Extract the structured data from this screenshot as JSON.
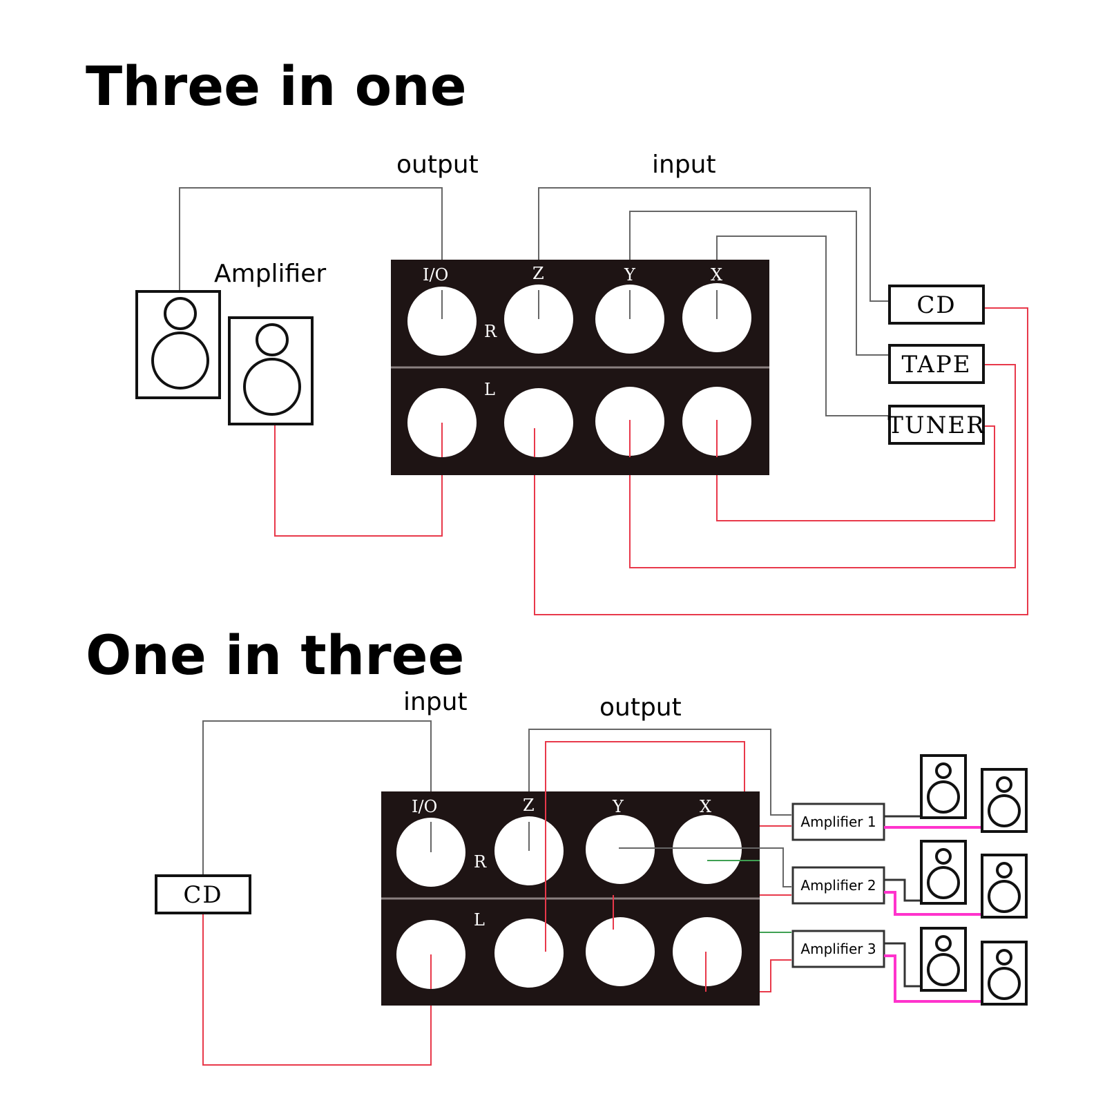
{
  "top": {
    "title": "Three in one",
    "output_label": "output",
    "input_label": "input",
    "amplifier_label": "Amplifier",
    "ports": [
      "I/O",
      "Z",
      "Y",
      "X"
    ],
    "row_r": "R",
    "row_l": "L",
    "devices": [
      "CD",
      "TAPE",
      "TUNER"
    ]
  },
  "bottom": {
    "title": "One in three",
    "input_label": "input",
    "output_label": "output",
    "ports": [
      "I/O",
      "Z",
      "Y",
      "X"
    ],
    "row_r": "R",
    "row_l": "L",
    "source": "CD",
    "amplifiers": [
      "Amplifier 1",
      "Amplifier 2",
      "Amplifier 3"
    ]
  },
  "colors": {
    "right_channel_wire": "#666666",
    "left_channel_wire": "#e8384a",
    "speaker_wire": "#ff33cc",
    "panel": "#1e1414"
  }
}
